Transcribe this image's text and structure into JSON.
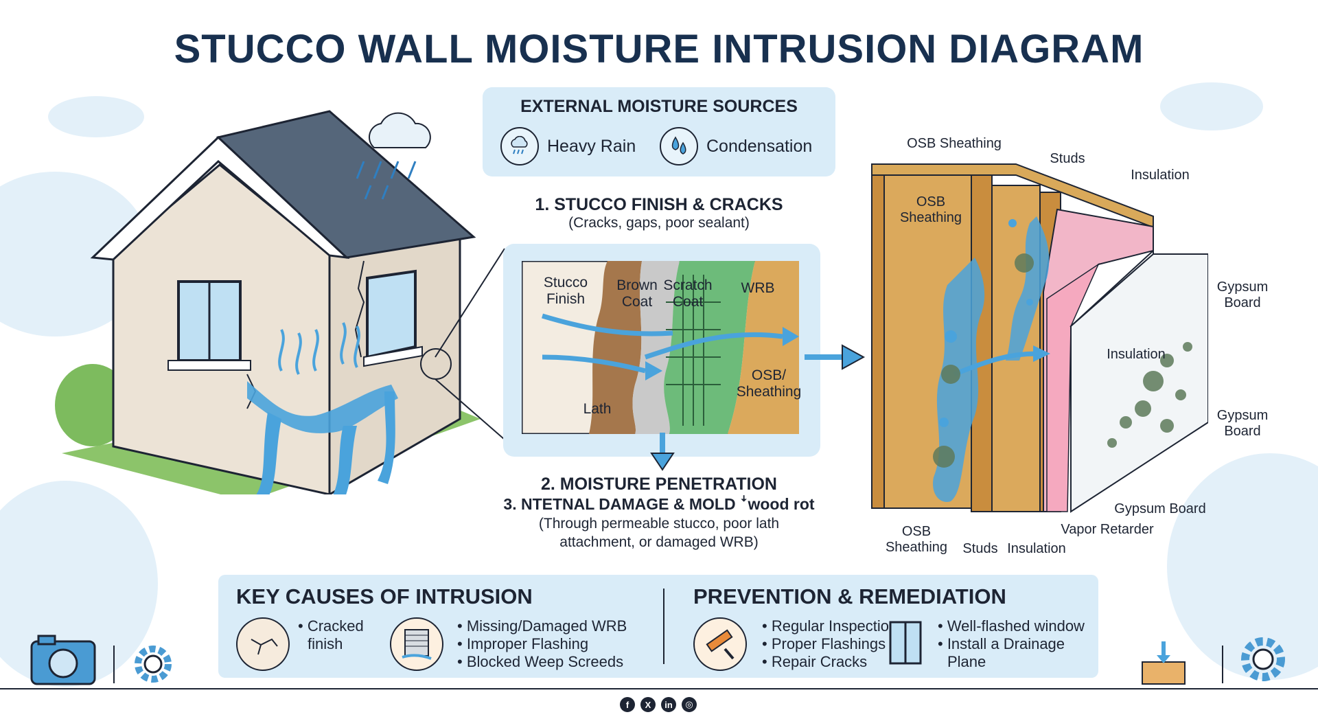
{
  "title": "STUCCO WALL MOISTURE INTRUSION DIAGRAM",
  "external_sources": {
    "heading": "EXTERNAL MOISTURE SOURCES",
    "items": [
      {
        "label": "Heavy Rain",
        "icon": "rain-cloud-icon"
      },
      {
        "label": "Condensation",
        "icon": "water-drops-icon"
      }
    ]
  },
  "step1": {
    "heading": "1. STUCCO FINISH & CRACKS",
    "sub": "(Cracks, gaps, poor sealant)"
  },
  "step2": {
    "heading": "2. MOISTURE PENETRATION"
  },
  "step3": {
    "heading": "3. NTETNAL DAMAGE & MOLD ꜜwood rot",
    "sub_line1": "(Through permeable stucco, poor lath",
    "sub_line2": "attachment, or damaged WRB)"
  },
  "layers": {
    "stucco_finish": "Stucco\nFinish",
    "brown_coat": "Brown\nCoat",
    "scratch_coat": "Scratch\nCoat",
    "wrb": "WRB",
    "osb_sheathing": "OSB/\nSheathing",
    "lath": "Lath"
  },
  "wall_labels": {
    "osb_top": "OSB Sheathing",
    "studs_top": "Studs",
    "insulation_top": "Insulation",
    "osb_inner": "OSB\nSheathing",
    "gypsum_1": "Gypsum\nBoard",
    "insulation_mid": "Insulation",
    "gypsum_2": "Gypsum\nBoard",
    "gypsum_3": "Gypsum Board",
    "vapor": "Vapor Retarder",
    "osb_bottom": "OSB\nSheathing",
    "studs_bottom": "Studs",
    "insulation_bottom": "Insulation"
  },
  "key_causes": {
    "heading": "KEY CAUSES OF INTRUSION",
    "col1": [
      "• Cracked",
      "finish"
    ],
    "col2": [
      "• Missing/Damaged WRB",
      "• Improper Flashing",
      "• Blocked Weep Screeds"
    ]
  },
  "prevention": {
    "heading": "PREVENTION & REMEDIATION",
    "col1": [
      "• Regular Inspection",
      "• Proper Flashings",
      "• Repair Cracks"
    ],
    "col2": [
      "• Well-flashed window",
      "• Install a Drainage",
      "Plane"
    ]
  },
  "social": [
    "f",
    "X",
    "in",
    "◎"
  ],
  "colors": {
    "navy": "#18304f",
    "water": "#4aa3dc",
    "panel": "#d9ecf8",
    "wood": "#d9a95a",
    "insulation": "#f2b6c8",
    "wrb_green": "#6dbb7a"
  }
}
